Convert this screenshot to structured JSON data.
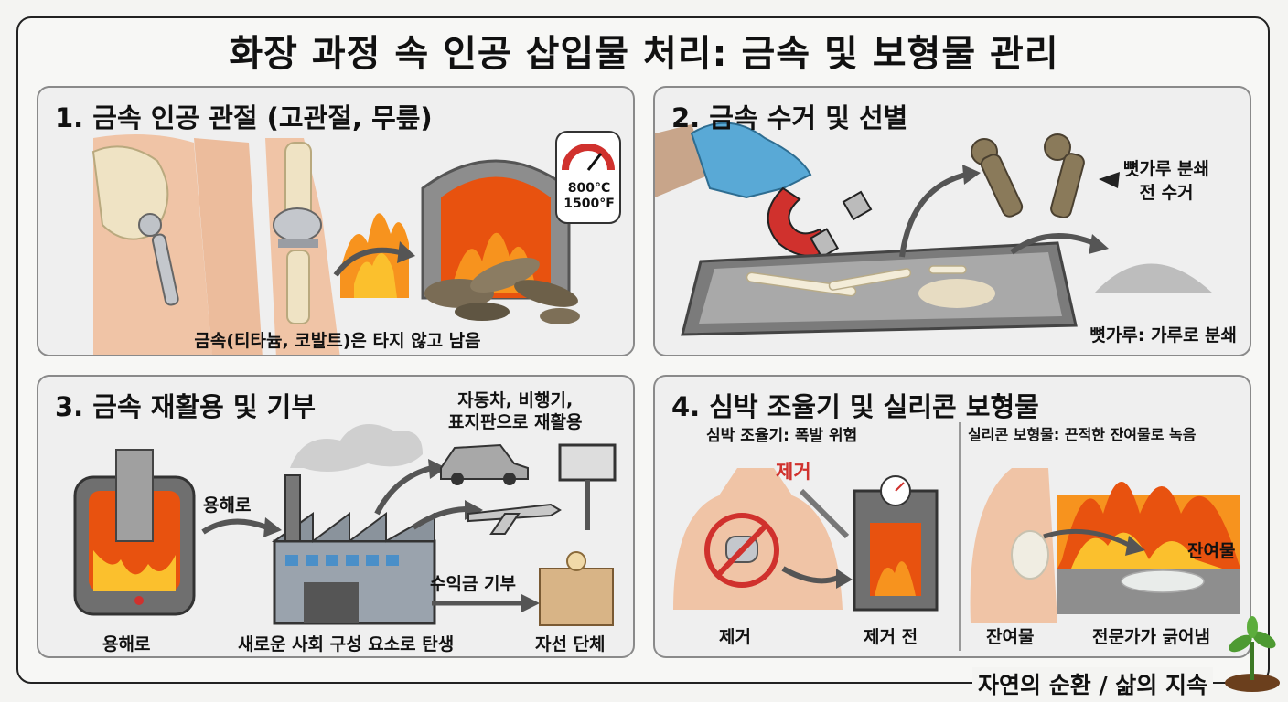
{
  "title": "화장 과정 속 인공 삽입물 처리: 금속 및 보형물 관리",
  "panels": {
    "p1": {
      "title": "1. 금속 인공 관절 (고관절, 무릎)",
      "gauge": "800°C\n1500°F",
      "caption": "금속(티타늄, 코발트)은 타지 않고 남음"
    },
    "p2": {
      "title": "2. 금속 수거 및 선별",
      "note": "뼛가루 분쇄\n전 수거",
      "caption": "뼛가루: 가루로 분쇄"
    },
    "p3": {
      "title": "3. 금속 재활용 및 기부",
      "reuse": "자동차, 비행기,\n표지판으로 재활용",
      "arrow_label": "용해로",
      "donate_label": "수익금 기부",
      "cap_left": "용해로",
      "cap_mid": "새로운 사회 구성 요소로 탄생",
      "cap_right": "자선 단체"
    },
    "p4": {
      "title": "4. 심박 조율기 및 실리콘 보형물",
      "left_sub": "심박 조율기: 폭발 위험",
      "remove_red": "제거",
      "cap_remove": "제거",
      "cap_before": "제거 전",
      "right_sub": "실리콘 보형물: 끈적한 잔여물로 녹음",
      "residue_tag": "잔여물",
      "cap_residue": "잔여물",
      "cap_scrape": "전문가가 긁어냄"
    }
  },
  "footer": "자연의 순환 / 삶의 지속",
  "colors": {
    "fire": "#f7931e",
    "fire_dark": "#e8520f",
    "red": "#d0312d",
    "glove": "#59a9d6"
  }
}
